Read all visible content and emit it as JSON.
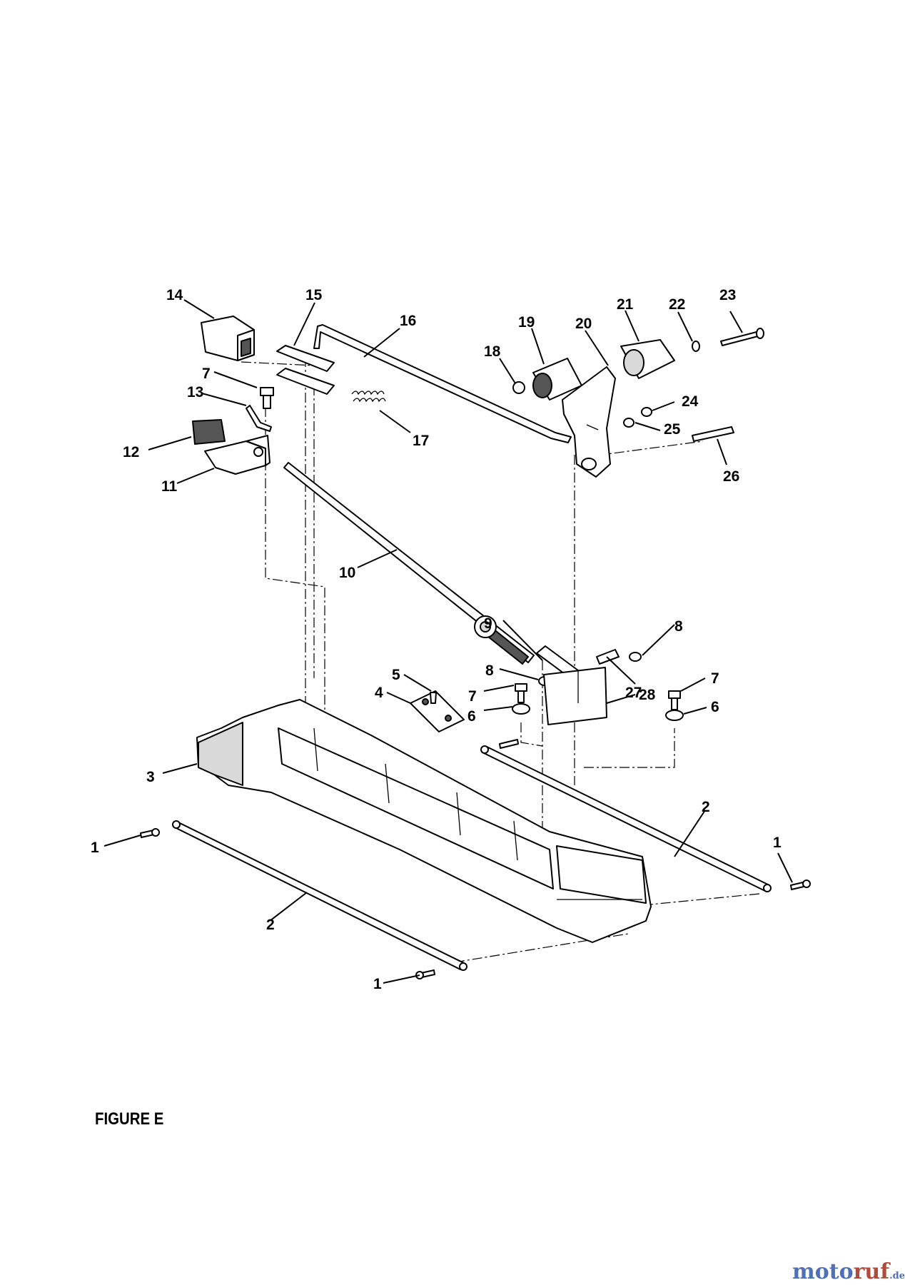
{
  "figure": {
    "caption": "FIGURE E"
  },
  "watermark": {
    "name_a": "moto",
    "name_b": "ruf",
    "tld": ".de",
    "colors": {
      "primary": "#4f6fb8",
      "accent": "#b24a3c"
    }
  },
  "callouts": [
    {
      "id": "c14",
      "text": "14"
    },
    {
      "id": "c15",
      "text": "15"
    },
    {
      "id": "c16",
      "text": "16"
    },
    {
      "id": "c19",
      "text": "19"
    },
    {
      "id": "c20",
      "text": "20"
    },
    {
      "id": "c21",
      "text": "21"
    },
    {
      "id": "c22",
      "text": "22"
    },
    {
      "id": "c23",
      "text": "23"
    },
    {
      "id": "c18",
      "text": "18"
    },
    {
      "id": "c7a",
      "text": "7"
    },
    {
      "id": "c13",
      "text": "13"
    },
    {
      "id": "c17",
      "text": "17"
    },
    {
      "id": "c24",
      "text": "24"
    },
    {
      "id": "c25",
      "text": "25"
    },
    {
      "id": "c12",
      "text": "12"
    },
    {
      "id": "c11",
      "text": "11"
    },
    {
      "id": "c26",
      "text": "26"
    },
    {
      "id": "c10",
      "text": "10"
    },
    {
      "id": "c8a",
      "text": "8"
    },
    {
      "id": "c9",
      "text": "9"
    },
    {
      "id": "c27",
      "text": "27"
    },
    {
      "id": "c8b",
      "text": "8"
    },
    {
      "id": "c5",
      "text": "5"
    },
    {
      "id": "c4",
      "text": "4"
    },
    {
      "id": "c7b",
      "text": "7"
    },
    {
      "id": "c28",
      "text": "28"
    },
    {
      "id": "c7c",
      "text": "7"
    },
    {
      "id": "c6a",
      "text": "6"
    },
    {
      "id": "c6b",
      "text": "6"
    },
    {
      "id": "c3",
      "text": "3"
    },
    {
      "id": "c2a",
      "text": "2"
    },
    {
      "id": "c1a",
      "text": "1"
    },
    {
      "id": "c1b",
      "text": "1"
    },
    {
      "id": "c2b",
      "text": "2"
    },
    {
      "id": "c1c",
      "text": "1"
    }
  ]
}
